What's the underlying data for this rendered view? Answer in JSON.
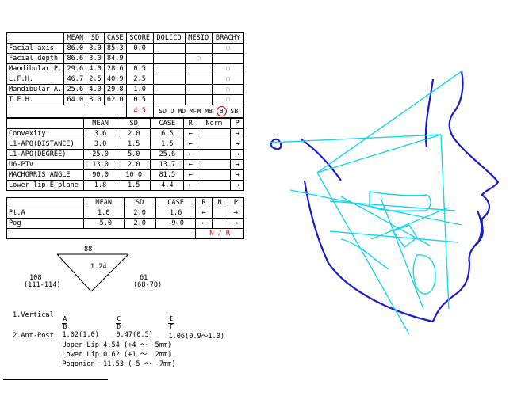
{
  "header": {
    "patient_line": ""
  },
  "ricketts": {
    "title": "",
    "columns": [
      "",
      "MEAN",
      "SD",
      "CASE",
      "SCORE",
      "DOLICO",
      "MESIO",
      "BRACHY"
    ],
    "rows": [
      {
        "name": "Facial axis",
        "mean": "86.0",
        "sd": "3.0",
        "case": "85.3",
        "score": "0.0",
        "mark": "brachy"
      },
      {
        "name": "Facial depth",
        "mean": "86.6",
        "sd": "3.0",
        "case": "84.9",
        "score": "",
        "mark": "mesio"
      },
      {
        "name": "Mandibular P.",
        "mean": "29.6",
        "sd": "4.0",
        "case": "28.6",
        "score": "0.5",
        "mark": "brachy"
      },
      {
        "name": "L.F.H.",
        "mean": "46.7",
        "sd": "2.5",
        "case": "40.9",
        "score": "2.5",
        "mark": "brachy"
      },
      {
        "name": "Mandibular A.",
        "mean": "25.6",
        "sd": "4.0",
        "case": "29.8",
        "score": "1.0",
        "mark": "brachy"
      },
      {
        "name": "T.F.H.",
        "mean": "64.0",
        "sd": "3.0",
        "case": "62.0",
        "score": "0.5",
        "mark": "brachy"
      }
    ],
    "pattern_label": "",
    "pattern_score": "4.5",
    "pattern_scale": [
      "SD",
      "D",
      "MD",
      "M-M",
      "MB",
      "B",
      "SB"
    ],
    "pattern_selected": "B"
  },
  "profile": {
    "columns": [
      "",
      "MEAN",
      "SD",
      "CASE",
      "R",
      "Norm",
      "P"
    ],
    "rows": [
      {
        "name": "Convexity",
        "mean": "3.6",
        "sd": "2.0",
        "case": "6.5",
        "r": "←",
        "norm": "",
        "p": "→"
      },
      {
        "name": "L1-APO(DISTANCE)",
        "mean": "3.0",
        "sd": "1.5",
        "case": "1.5",
        "r": "←",
        "norm": "",
        "p": "→"
      },
      {
        "name": "L1-APO(DEGREE)",
        "mean": "25.0",
        "sd": "5.0",
        "case": "25.6",
        "r": "←",
        "norm": "",
        "p": "→"
      },
      {
        "name": "U6-PTV",
        "mean": "13.0",
        "sd": "2.0",
        "case": "13.7",
        "r": "←",
        "norm": "",
        "p": "→"
      },
      {
        "name": "MACHORRIS ANGLE",
        "mean": "90.0",
        "sd": "10.0",
        "case": "81.5",
        "r": "←",
        "norm": "",
        "p": "→"
      },
      {
        "name": "Lower lip-E.plane",
        "mean": "1.8",
        "sd": "1.5",
        "case": "4.4",
        "r": "←",
        "norm": "",
        "p": "→"
      }
    ]
  },
  "mcnamara": {
    "title": "",
    "columns": [
      "",
      "MEAN",
      "SD",
      "CASE",
      "R",
      "N",
      "P"
    ],
    "rows": [
      {
        "name": "Pt.A",
        "mean": "1.0",
        "sd": "2.0",
        "case": "1.6",
        "r": "←",
        "n": "",
        "p": "→"
      },
      {
        "name": "Pog",
        "mean": "-5.0",
        "sd": "2.0",
        "case": "-9.0",
        "r": "←",
        "n": "",
        "p": "→"
      }
    ],
    "facial_type_label": "",
    "facial_type_value": "N / R"
  },
  "harvold": {
    "title": "",
    "top": "88",
    "center": "1.24",
    "left_value": "108",
    "left_range": "(111-114)",
    "right_value": "61",
    "right_range": "(68-70)"
  },
  "softtissue": {
    "title": "",
    "vertical_label": "1.Vertical",
    "ratios": [
      {
        "num": "A",
        "den": "B",
        "value": "1.02(1.0)"
      },
      {
        "num": "C",
        "den": "D",
        "value": "0.47(0.5)"
      },
      {
        "num": "E",
        "den": "F",
        "value": "1.06(0.9～1.0)"
      }
    ],
    "antpost_label": "2.Ant-Post",
    "antpost": [
      {
        "label": "Upper Lip",
        "value": "4.54",
        "range": "(+4 ～  5mm)"
      },
      {
        "label": "Lower Lip",
        "value": "0.62",
        "range": "(+1 ～  2mm)"
      },
      {
        "label": "Pogonion",
        "value": "-11.53",
        "range": "(-5 ～ -7mm)"
      }
    ]
  },
  "credit": "",
  "clinic": "",
  "tracing": {
    "labels": [
      "",
      "",
      "",
      "",
      "",
      "",
      "",
      "",
      "",
      "",
      "",
      "",
      ""
    ]
  },
  "colors": {
    "tracing_profile": "#1a1ad0",
    "tracing_lines": "#18d8e8",
    "red": "#d00000"
  }
}
